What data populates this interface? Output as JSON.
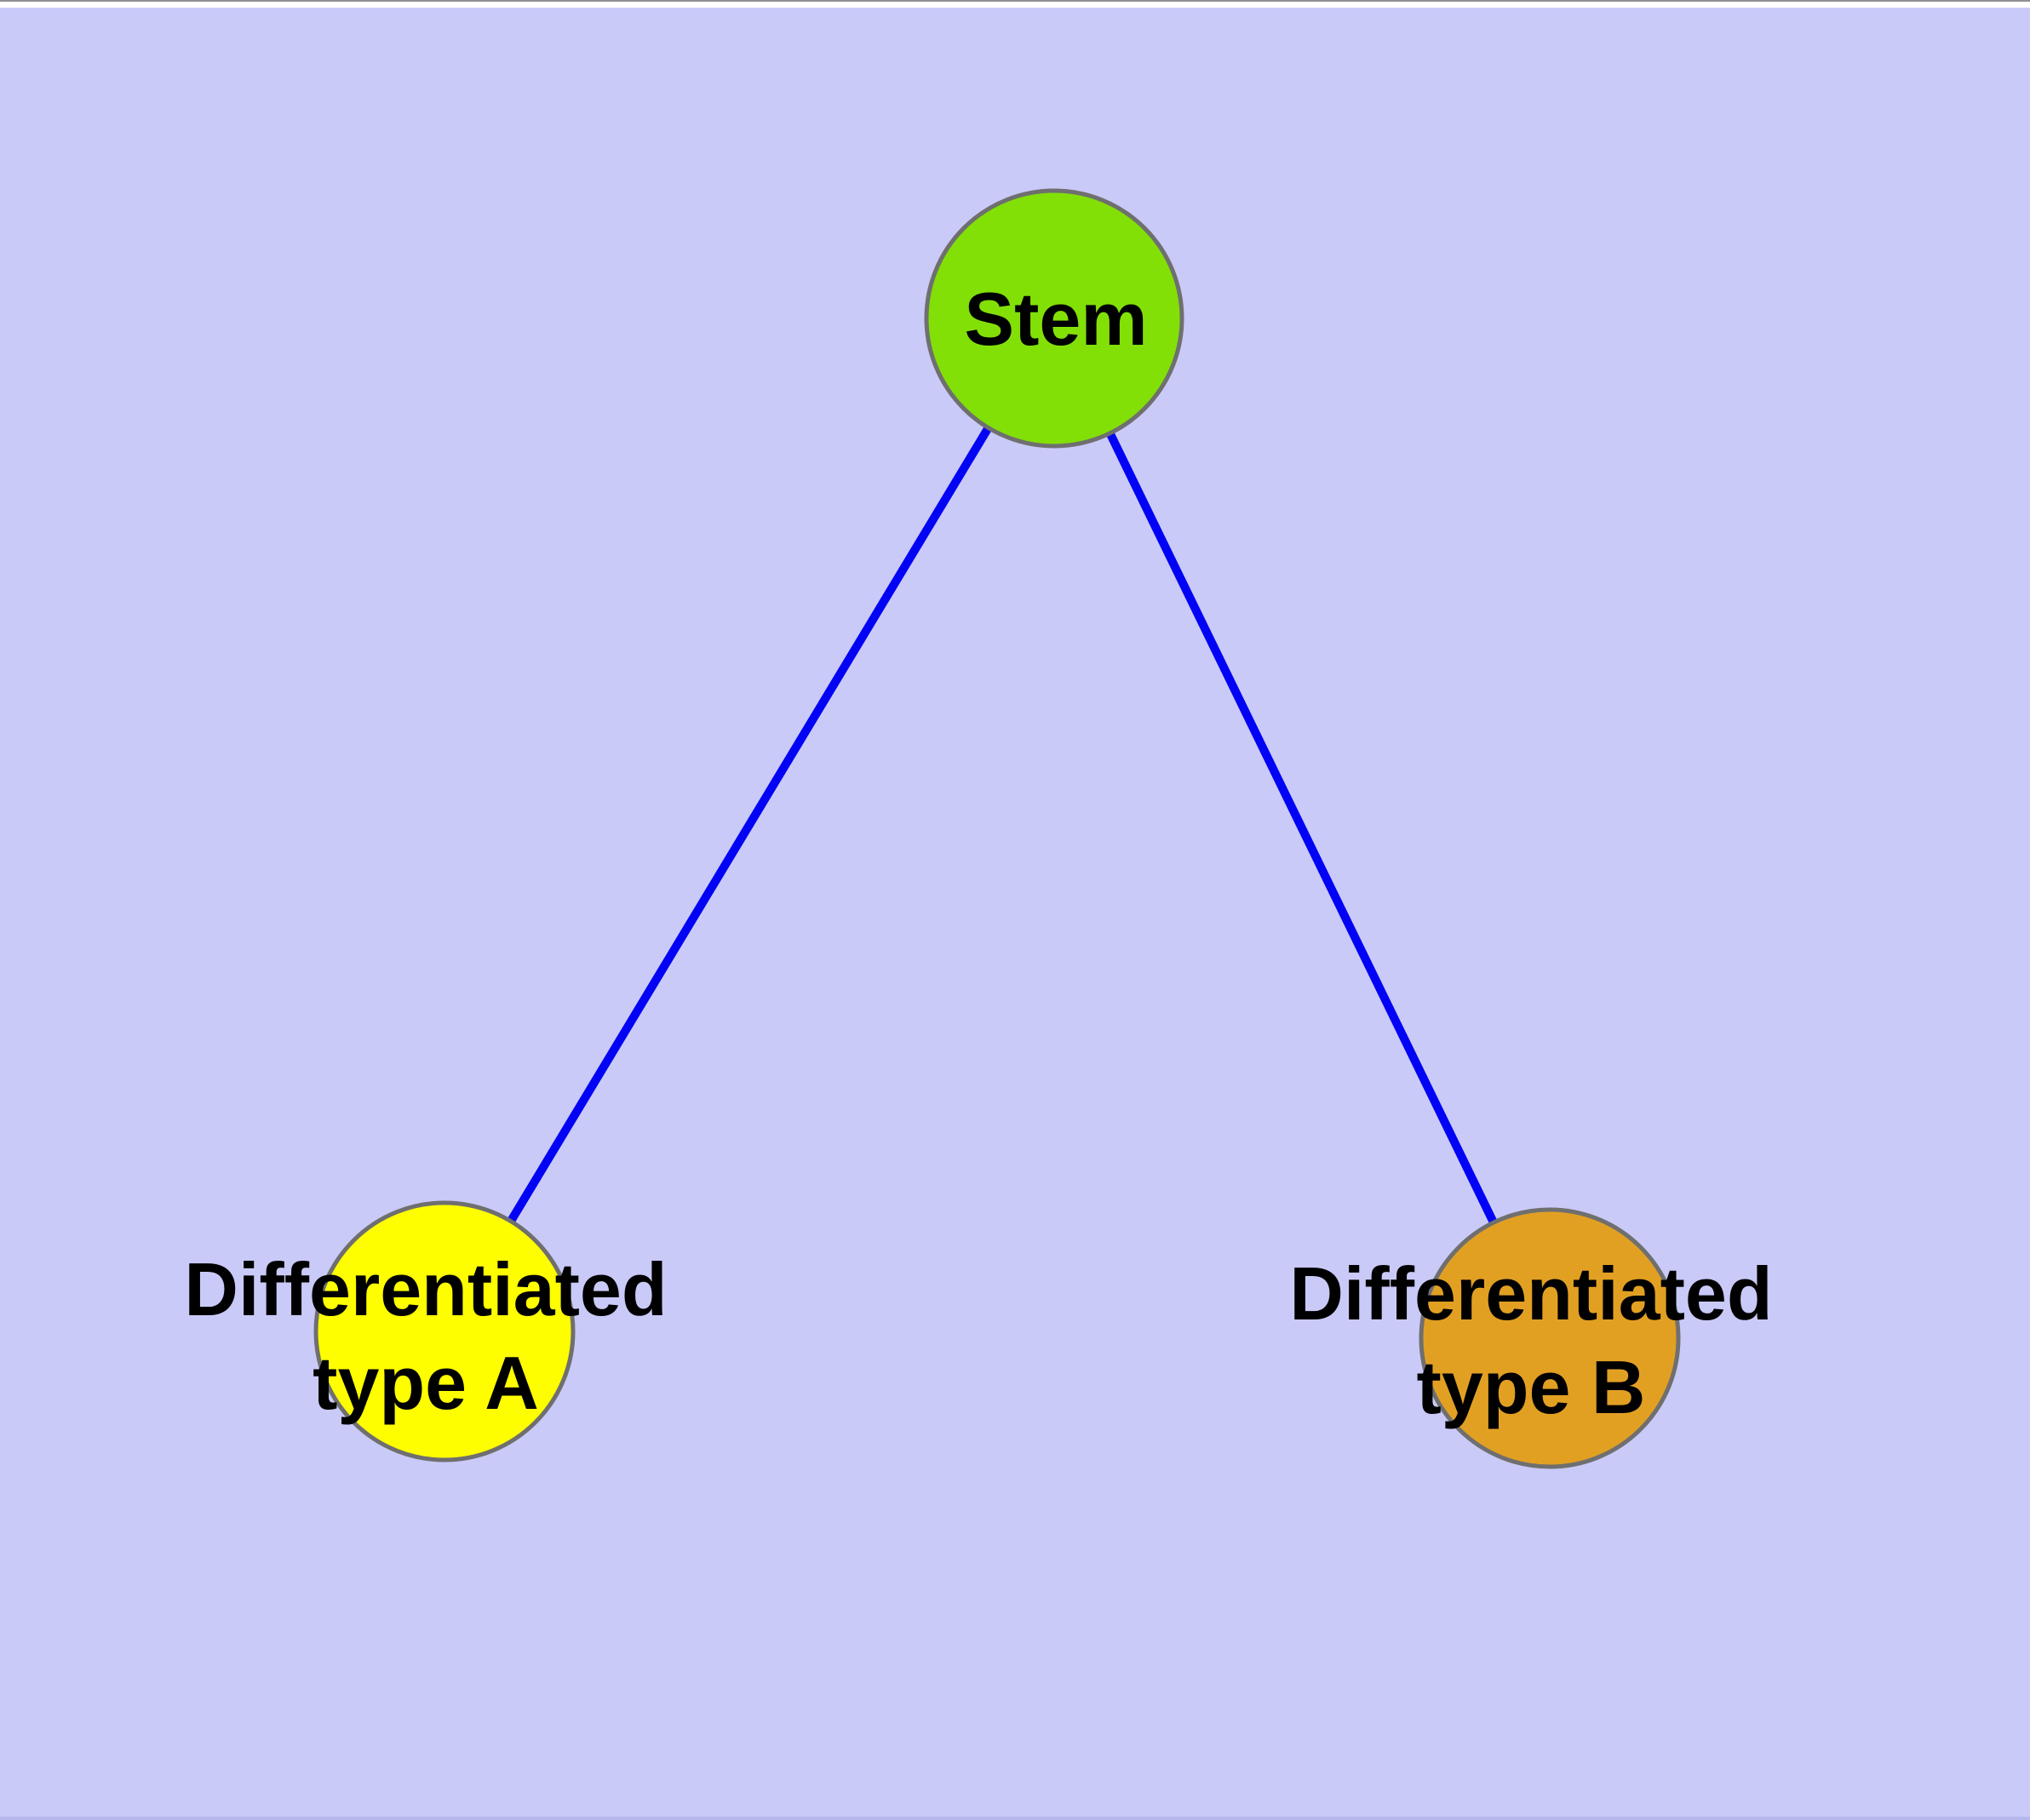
{
  "canvas": {
    "background_color": "#CACAF8",
    "top_edge_line_color": "#909090",
    "top_strip_color": "#FFFFFF",
    "bottom_strip_color": "#B7B7EF",
    "edge_color": "#0202F5",
    "node_border_color": "#6F6F6F",
    "text_color": "#000000"
  },
  "nodes": {
    "stem": {
      "label": "Stem",
      "fill": "#82E007"
    },
    "type_a": {
      "label": "Differentiated type A",
      "line1": "Differentiated",
      "line2": "type A",
      "fill": "#FEFE00"
    },
    "type_b": {
      "label": "Differentiated type B",
      "line1": "Differentiated",
      "line2": "type B",
      "fill": "#E2A023"
    }
  },
  "edges": [
    {
      "from": "Stem",
      "to": "Differentiated type A"
    },
    {
      "from": "Stem",
      "to": "Differentiated type B"
    }
  ]
}
